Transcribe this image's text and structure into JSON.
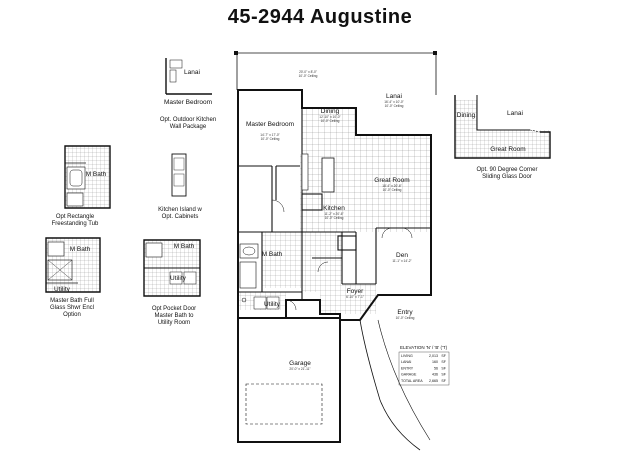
{
  "title": "45-2944 Augustine",
  "main_plan": {
    "rooms": {
      "lanai_top_dim": "20'-0\" x 8'-0\"",
      "lanai_top_ceil": "10'-0\" Ceiling",
      "lanai": "Lanai",
      "lanai_dim": "16'-4\" x 10'-0\"",
      "lanai_ceil": "10'-0\" Ceiling",
      "dining": "Dining",
      "dining_dim": "12'-10\" x 10'-0\"",
      "dining_ceil": "10'-0\" Ceiling",
      "master_bedroom": "Master Bedroom",
      "master_dim": "14'-7\" x 17'-0\"",
      "master_ceil": "10'-0\" Ceiling",
      "great_room": "Great Room",
      "great_dim": "18'-4\" x 20'-6\"",
      "great_ceil": "10'-0\" Ceiling",
      "kitchen": "Kitchen",
      "kitchen_dim": "11'-2\" x 20'-6\"",
      "kitchen_ceil": "10'-0\" Ceiling",
      "m_bath": "M Bath",
      "den": "Den",
      "den_dim": "11'-1\" x 14'-2\"",
      "utility": "Utility",
      "foyer": "Foyer",
      "foyer_dim": "6'-10\" x 7'-1\"",
      "entry": "Entry",
      "entry_dim": "10'-0\" Ceiling",
      "garage": "Garage",
      "garage_dim": "20'-0\" x 21'-11\""
    }
  },
  "options": {
    "outdoor_kitchen": {
      "lanai": "Lanai",
      "master": "Master Bedroom",
      "caption_1": "Opt. Outdoor Kitchen",
      "caption_2": "Wall Package"
    },
    "corner_door": {
      "dining": "Dining",
      "lanai": "Lanai",
      "great": "Great Room",
      "caption_1": "Opt. 90 Degree Corner",
      "caption_2": "Sliding Glass Door"
    },
    "rect_tub": {
      "label": "M Bath",
      "caption_1": "Opt Rectangle",
      "caption_2": "Freestanding Tub"
    },
    "island": {
      "caption_1": "Kitchen Island w",
      "caption_2": "Opt. Cabinets"
    },
    "full_glass": {
      "bath": "M Bath",
      "utility": "Utility",
      "caption_1": "Master Bath Full",
      "caption_2": "Glass Shwr Encl",
      "caption_3": "Option"
    },
    "pocket_door": {
      "bath": "M Bath",
      "utility": "Utility",
      "caption_1": "Opt Pocket Door",
      "caption_2": "Master Bath to",
      "caption_3": "Utility Room"
    }
  },
  "elevation_table": {
    "title": "ELEVATION 'N' / 'B' ('T)",
    "rows": [
      [
        "LIVING",
        "2,013",
        "SF"
      ],
      [
        "LANAI",
        "160",
        "SF"
      ],
      [
        "ENTRY",
        "56",
        "SF"
      ],
      [
        "GARAGE",
        "436",
        "SF"
      ],
      [
        "TOTAL AREA",
        "2,665",
        "SF"
      ]
    ]
  }
}
